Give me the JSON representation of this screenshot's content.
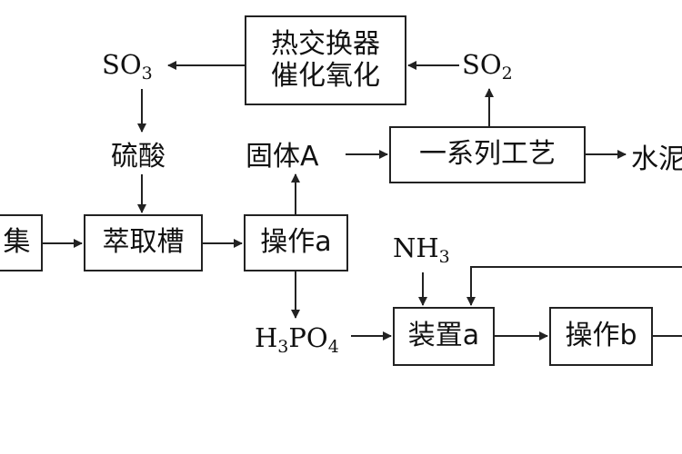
{
  "boxes": {
    "heat_exchanger_line1": "热交换器",
    "heat_exchanger_line2": "催化氧化",
    "series_process": "一系列工艺",
    "collect": "集",
    "extraction_tank": "萃取槽",
    "operation_a": "操作a",
    "device_a": "装置a",
    "operation_b": "操作b"
  },
  "labels": {
    "so3": "SO",
    "so3_sub": "3",
    "so2": "SO",
    "so2_sub": "2",
    "sulfuric_acid": "硫酸",
    "solid_a": "固体A",
    "cement": "水泥",
    "nh3": "NH",
    "nh3_sub": "3",
    "h3po4_h": "H",
    "h3po4_sub1": "3",
    "h3po4_po": "PO",
    "h3po4_sub2": "4"
  }
}
